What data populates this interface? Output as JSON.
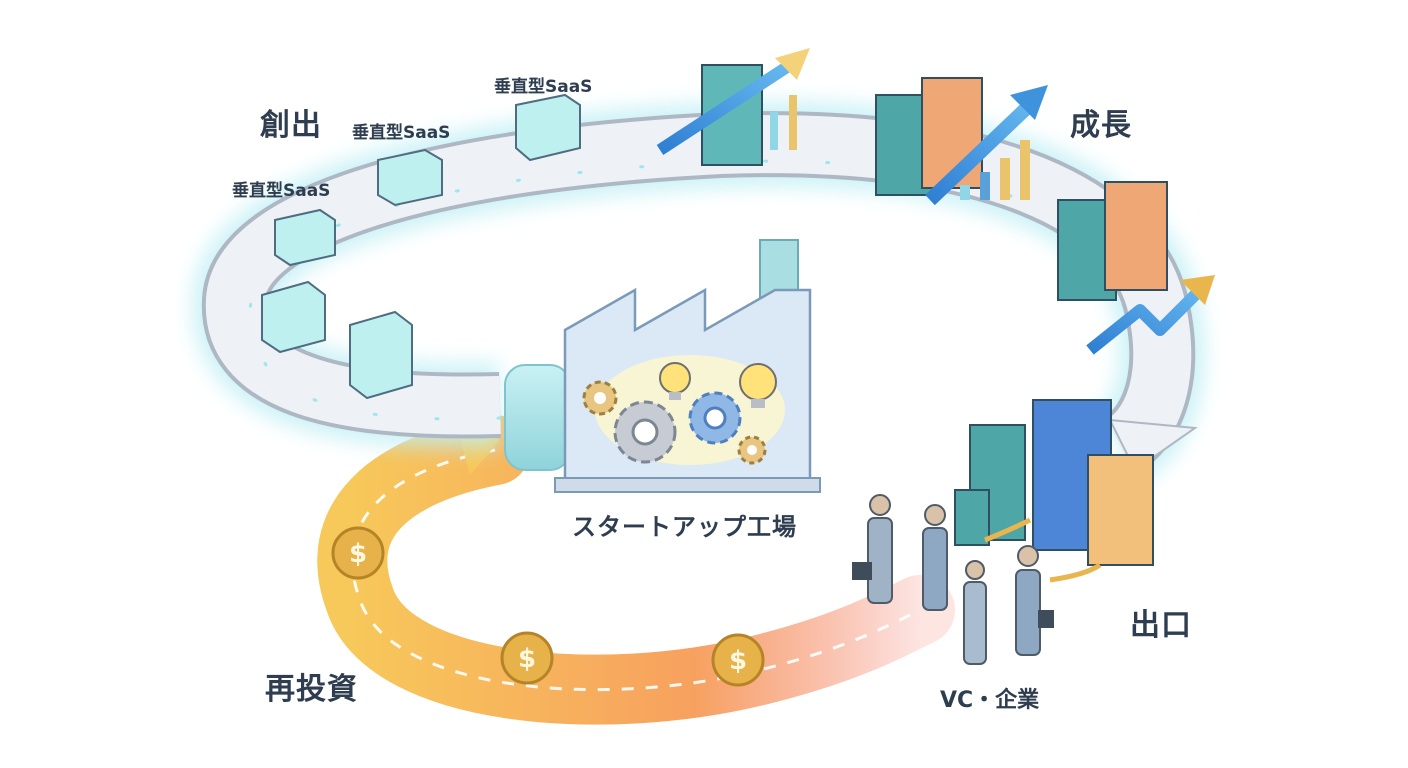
{
  "stages": {
    "creation": "創出",
    "growth": "成長",
    "exit": "出口",
    "reinvestment": "再投資"
  },
  "saas_labels": [
    "垂直型SaaS",
    "垂直型SaaS",
    "垂直型SaaS"
  ],
  "factory_label": "スタートアップ工場",
  "investors_label": "VC・企業",
  "coin_symbol": "$",
  "colors": {
    "track": "#eef2f6",
    "track_edge": "#aeb8c4",
    "glow": "#bfeff5",
    "building_teal": "#5fb7b8",
    "building_orange": "#f0a776",
    "building_blue": "#4d86d6",
    "arrow_blue": "#2f7fd3",
    "arrow_gold": "#e9b64d",
    "coin": "#e8b24a",
    "reinvest_start": "#f7c85a",
    "reinvest_end": "#f47c6a",
    "factory": "#dbe8f5"
  },
  "icons": [
    "factory-icon",
    "gear-icon",
    "lightbulb-icon",
    "dollar-coin-icon",
    "growth-arrow-icon",
    "bar-chart-icon",
    "office-building-icon",
    "business-person-icon",
    "briefcase-icon"
  ]
}
